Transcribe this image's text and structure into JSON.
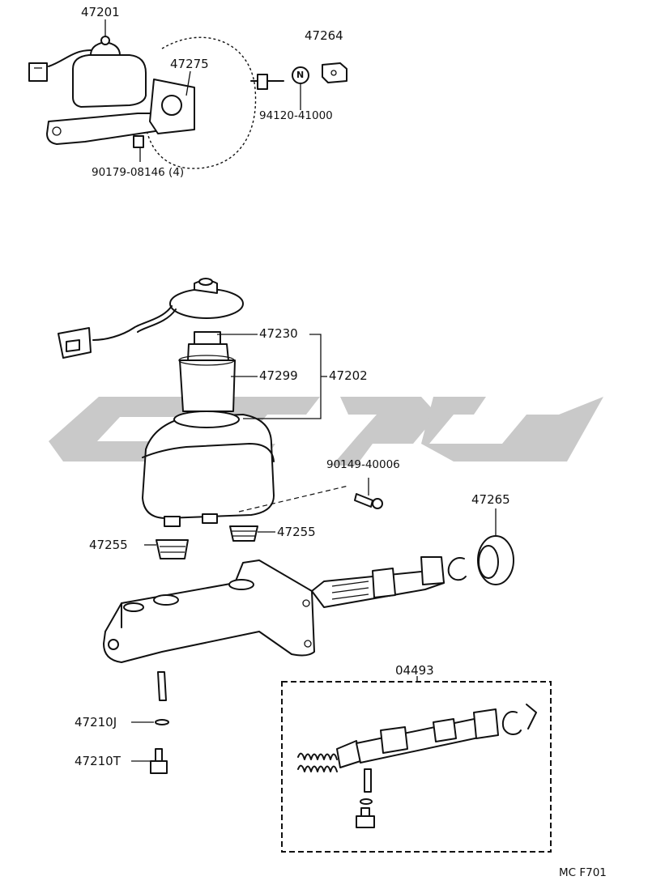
{
  "labels": {
    "p47201": "47201",
    "p47264": "47264",
    "p47275": "47275",
    "pN": "N",
    "p94120": "94120-41000",
    "p90179": "90179-08146 (4)",
    "p47230": "47230",
    "p47299": "47299",
    "p47202": "47202",
    "p90149": "90149-40006",
    "p47265": "47265",
    "p47255a": "47255",
    "p47255b": "47255",
    "p04493": "04493",
    "p47210J": "47210J",
    "p47210T": "47210T",
    "code": "MC F701"
  },
  "colors": {
    "line": "#111111",
    "watermark": "#c9c9c9",
    "background": "#ffffff"
  }
}
